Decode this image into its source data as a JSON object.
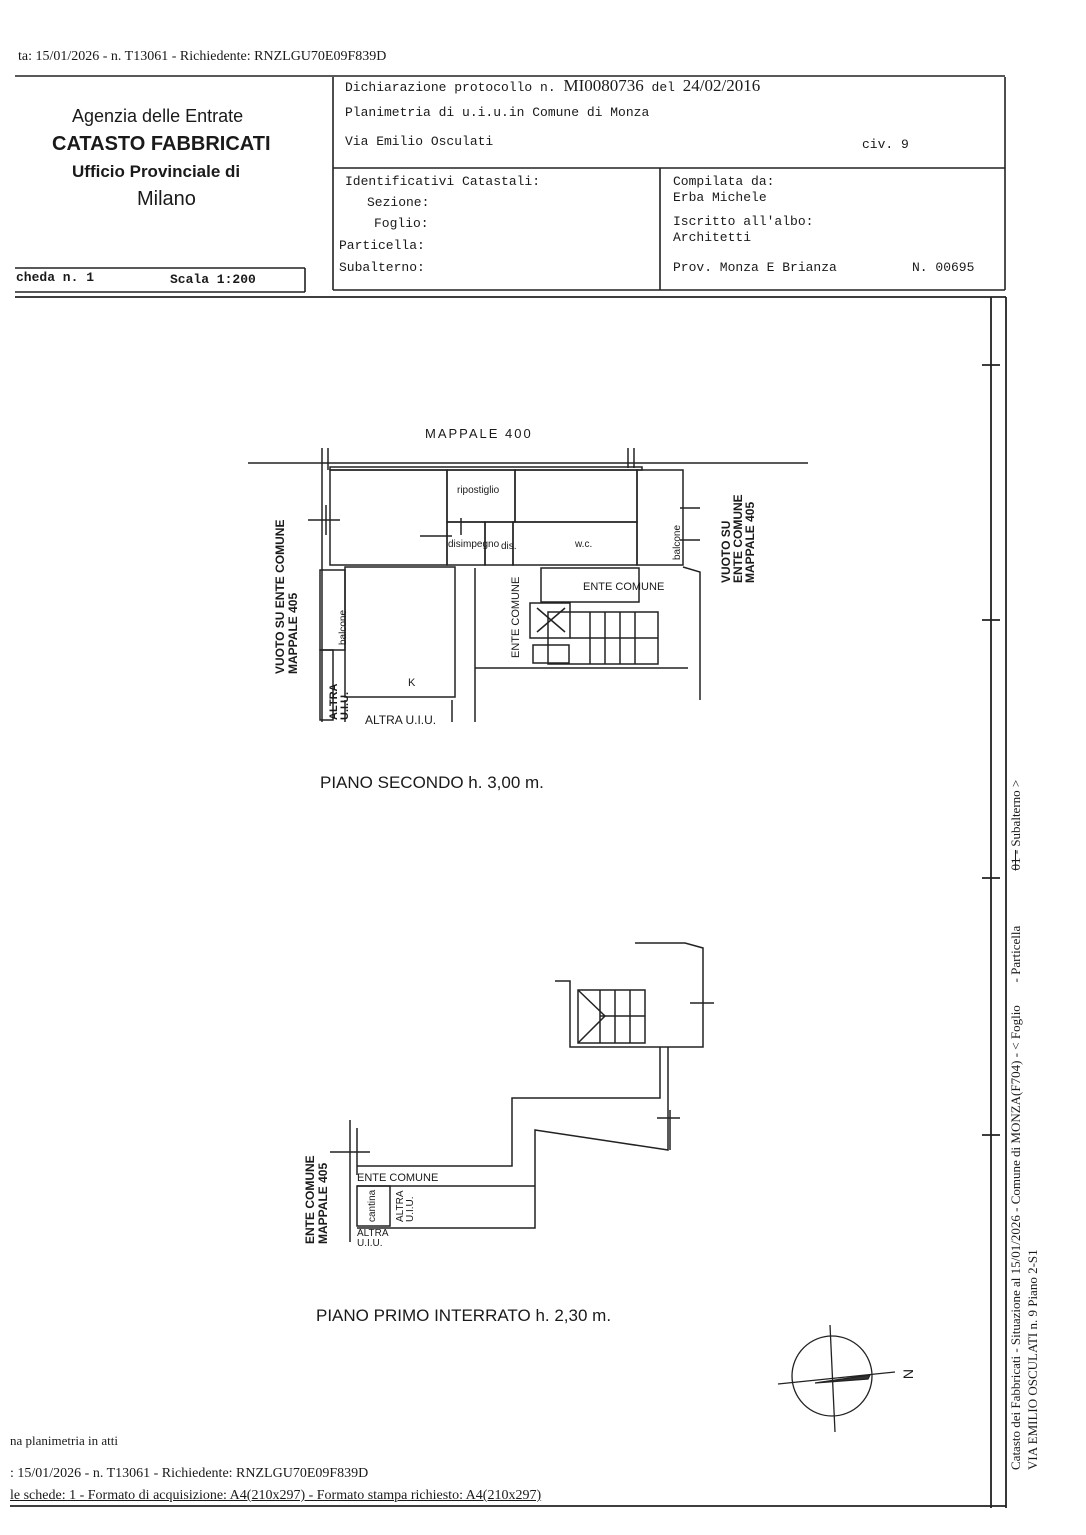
{
  "header_line": "ta: 15/01/2026 - n. T13061 - Richiedente: RNZLGU70E09F839D",
  "agency": {
    "line1": "Agenzia delle Entrate",
    "line2": "CATASTO FABBRICATI",
    "line3": "Ufficio Provinciale di",
    "line4": "Milano"
  },
  "scheda": {
    "label": "cheda n. 1",
    "scale": "Scala 1:200"
  },
  "declaration": {
    "protocol_label": "Dichiarazione protocollo n.",
    "protocol_no": "MI0080736",
    "date_label": "del",
    "date": "24/02/2016",
    "planimetria": "Planimetria di u.i.u.in Comune di Monza",
    "street": "Via Emilio Osculati",
    "civ": "civ. 9"
  },
  "identifiers": {
    "title": "Identificativi Catastali:",
    "sezione": "Sezione:",
    "foglio": "Foglio:",
    "particella": "Particella:",
    "subalterno": "Subalterno:"
  },
  "compiler": {
    "label": "Compilata da:",
    "name": "Erba Michele",
    "albo_label": "Iscritto all'albo:",
    "albo": "Architetti",
    "prov": "Prov. Monza E Brianza",
    "number": "N. 00695"
  },
  "plan_second": {
    "mappale_top": "MAPPALE 400",
    "left_label1": "VUOTO SU ENTE COMUNE",
    "left_label2": "MAPPALE 405",
    "right_label1": "VUOTO SU",
    "right_label2": "ENTE COMUNE",
    "right_label3": "MAPPALE 405",
    "ripostiglio": "ripostiglio",
    "disimpegno": "disimpegno",
    "dis": "dis.",
    "wc": "w.c.",
    "balcone_right": "balcone",
    "balcone_left": "balcone",
    "ente_comune_h": "ENTE COMUNE",
    "ente_comune_v": "ENTE COMUNE",
    "k": "K",
    "altra_v1": "ALTRA",
    "altra_v2": "U.I.U.",
    "altra_bottom": "ALTRA U.I.U.",
    "caption": "PIANO SECONDO h. 3,00 m."
  },
  "plan_basement": {
    "left_label1": "ENTE COMUNE",
    "left_label2": "MAPPALE 405",
    "ente_comune": "ENTE COMUNE",
    "cantina": "cantina",
    "altra_v1": "ALTRA",
    "altra_v2": "U.I.U.",
    "altra_b1": "ALTRA",
    "altra_b2": "U.I.U.",
    "caption": "PIANO PRIMO INTERRATO h. 2,30 m."
  },
  "compass": {
    "north": "N"
  },
  "side_text": {
    "line1": "Catasto dei Fabbricati - Situazione al 15/01/2026 - Comune di MONZA(F704) - < Foglio",
    "particella": "- Particella",
    "subalterno": "Subalterno >",
    "struck": "01 -",
    "line2": "VIA EMILIO OSCULATI n. 9 Piano 2-S1"
  },
  "footer": {
    "line1": "na planimetria in atti",
    "line2": ": 15/01/2026 - n. T13061 - Richiedente: RNZLGU70E09F839D",
    "line3": "le schede: 1 - Formato di acquisizione: A4(210x297) - Formato stampa richiesto: A4(210x297)"
  }
}
